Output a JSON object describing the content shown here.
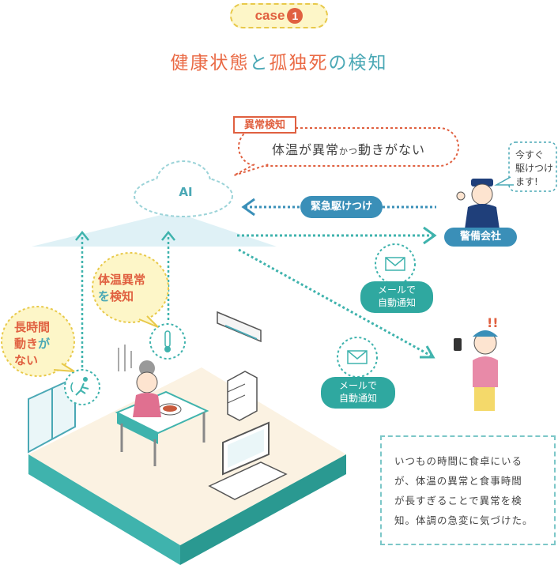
{
  "header": {
    "case_label": "case",
    "case_number": "1",
    "title_part1": "健康状態",
    "title_part2": "と",
    "title_part3": "孤独死",
    "title_part4": "の検知"
  },
  "alert": {
    "tag": "異常検知",
    "message_a": "体温が異常",
    "message_b": "かつ",
    "message_c": "動きがない"
  },
  "ai": {
    "label": "AI"
  },
  "urgent_button": {
    "label": "緊急駆けつけ"
  },
  "security_company": {
    "label": "警備会社"
  },
  "guard_speech": {
    "line1": "今すぐ",
    "line2": "駆けつけ",
    "line3": "ます!"
  },
  "mail_notice_1": {
    "line1": "メールで",
    "line2": "自動通知"
  },
  "mail_notice_2": {
    "line1": "メールで",
    "line2": "自動通知"
  },
  "sensor_temperature": {
    "line1": "体温異常",
    "line2_a": "を",
    "line2_b": "検知"
  },
  "sensor_motion": {
    "line1": "長時間",
    "line2_a": "動き",
    "line2_b": "が",
    "line3": "ない"
  },
  "note": {
    "lines": [
      "いつもの時間に食卓にいる",
      "が、体温の異常と食事時間",
      "が長すぎることで異常を検",
      "知。体調の急変に気づけた。"
    ]
  },
  "colors": {
    "accent_orange": "#ea6a45",
    "teal": "#4aa8b5",
    "blue": "#3a8fb8",
    "floor_teal": "#3fb3ad",
    "bubble_yellow": "#fdf6c8"
  }
}
